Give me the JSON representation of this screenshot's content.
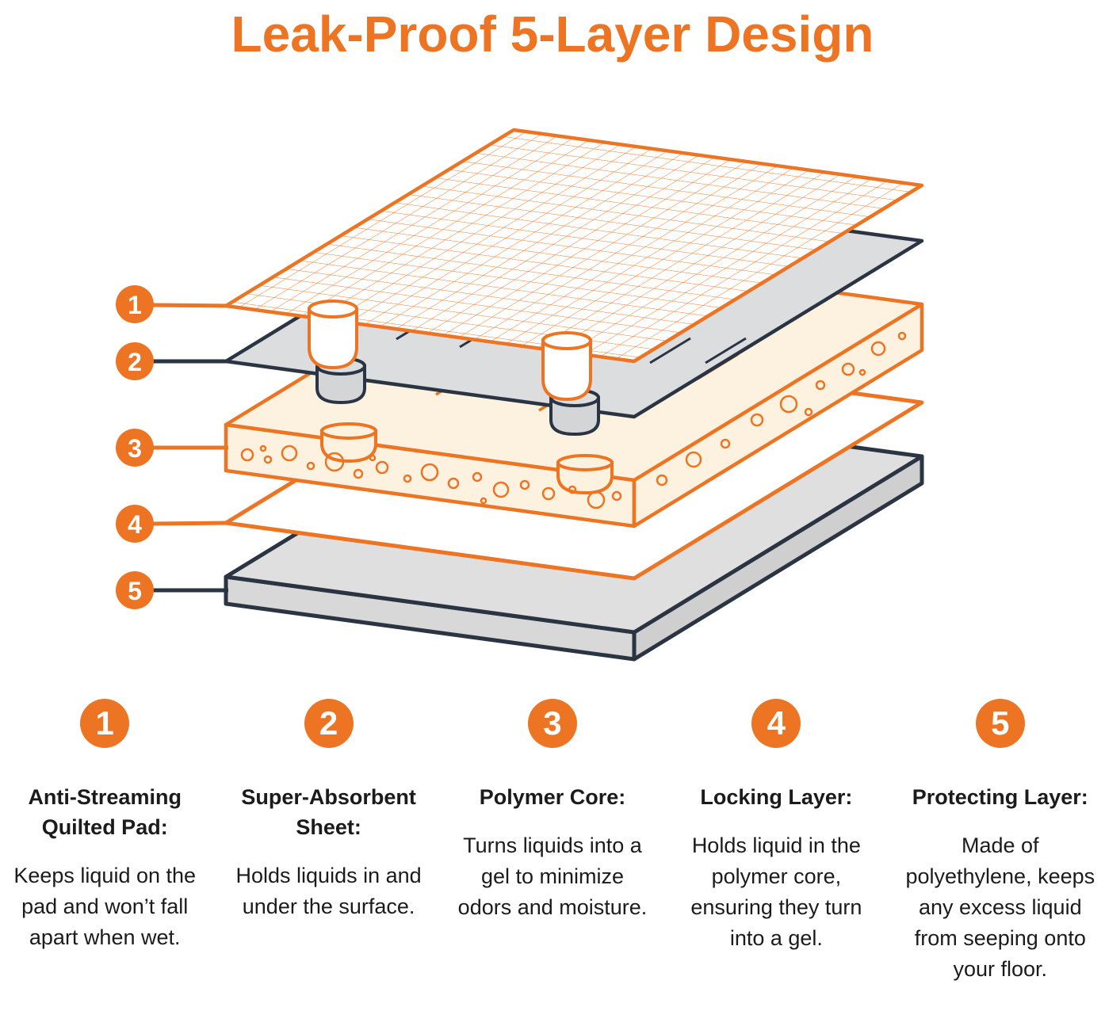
{
  "title": "Leak-Proof 5-Layer Design",
  "colors": {
    "accent": "#ED7422",
    "outline_dark": "#2A3443",
    "core_fill": "#FCF2DF",
    "sheet_gray": "#DCDDDE",
    "text": "#1B1B1B"
  },
  "layers": [
    {
      "number": "1",
      "heading": "Anti-Streaming Quilted Pad:",
      "description": "Keeps liquid on the pad and won’t fall apart when wet."
    },
    {
      "number": "2",
      "heading": "Super-Absorbent Sheet:",
      "description": "Holds liquids in and under the surface."
    },
    {
      "number": "3",
      "heading": "Polymer Core:",
      "description": "Turns liquids into a gel to minimize odors and moisture."
    },
    {
      "number": "4",
      "heading": "Locking Layer:",
      "description": "Holds liquid in the polymer core, ensuring they turn into a gel."
    },
    {
      "number": "5",
      "heading": "Protecting Layer:",
      "description": "Made of polyethylene, keeps any excess liquid from seeping onto your floor."
    }
  ]
}
